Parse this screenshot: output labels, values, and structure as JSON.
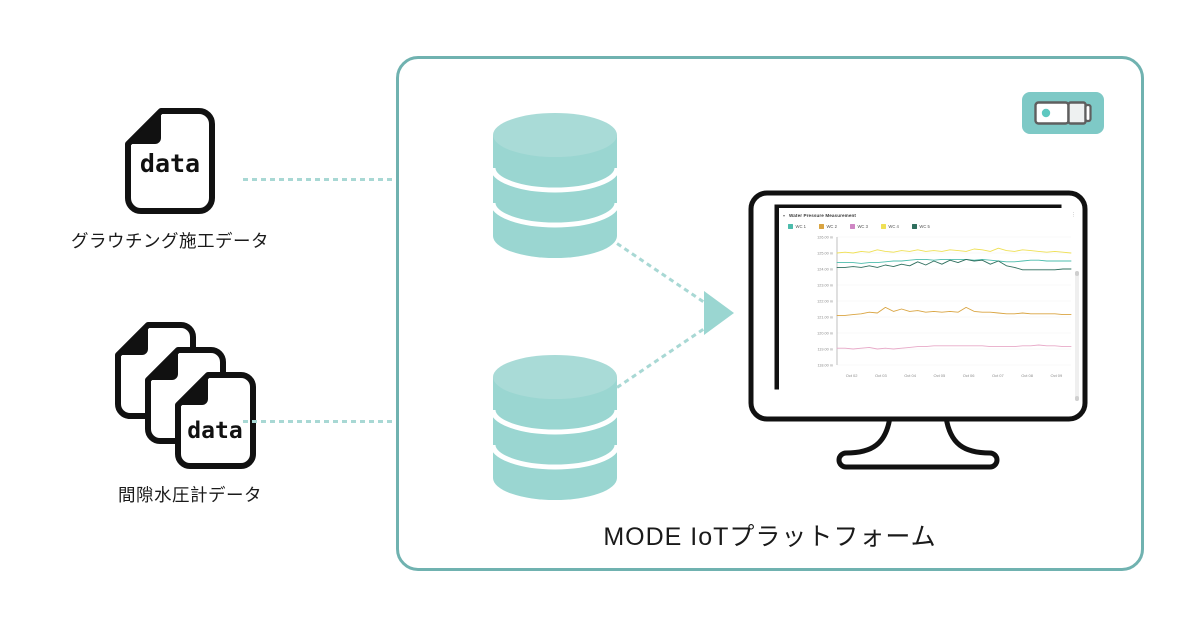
{
  "sources": [
    {
      "id": "grouting",
      "icon": "document-icon",
      "doc_text": "data",
      "label": "グラウチング施工データ",
      "count": 1
    },
    {
      "id": "piezometer",
      "icon": "documents-stack-icon",
      "doc_text": "data",
      "label": "間隙水圧計データ",
      "count": 3
    }
  ],
  "platform": {
    "title": "MODE IoTプラットフォーム",
    "border_color": "#70b2b0"
  },
  "databases": [
    {
      "id": "db-grouting",
      "icon": "database-cylinder-icon"
    },
    {
      "id": "db-piezometer",
      "icon": "database-cylinder-icon"
    }
  ],
  "sensor_badge": {
    "icon": "sensor-device-icon",
    "background": "#7ec9c6"
  },
  "arrows": {
    "color": "#9ad6d1",
    "dotted_color": "#a8d8d4"
  },
  "monitor": {
    "icon": "desktop-monitor-icon",
    "frame_color": "#111111"
  },
  "chart_data": {
    "type": "line",
    "title": "Water Pressure Measurement",
    "xlabel": "",
    "ylabel": "",
    "grid": true,
    "legend_position": "top-left",
    "menu_icon": "kebab-menu-icon",
    "caret_icon": "caret-icon",
    "legend": [
      {
        "name": "WC 1",
        "color": "#4cbcac"
      },
      {
        "name": "WC 2",
        "color": "#d9a441"
      },
      {
        "name": "WC 3",
        "color": "#cf86c4"
      },
      {
        "name": "WC 4",
        "color": "#efe055"
      },
      {
        "name": "WC 5",
        "color": "#2f6f5e"
      }
    ],
    "x": [
      "Oct 02",
      "Oct 03",
      "Oct 04",
      "Oct 05",
      "Oct 06",
      "Oct 07",
      "Oct 08",
      "Oct 09"
    ],
    "ytick_labels": [
      "126.00 m",
      "125.00 m",
      "124.00 m",
      "123.00 m",
      "122.00 m",
      "121.00 m",
      "120.00 m",
      "119.00 m",
      "118.00 m"
    ],
    "ylim": [
      118,
      126
    ],
    "series": [
      {
        "name": "WC 4",
        "color": "#efe055",
        "values": [
          125.0,
          125.05,
          125.0,
          125.1,
          125.05,
          125.2,
          125.1,
          125.05,
          125.15,
          125.1,
          125.2,
          125.1,
          125.15,
          125.1,
          125.2,
          125.15,
          125.1,
          125.25,
          125.2,
          125.1,
          125.3,
          125.15,
          125.1,
          125.2,
          125.15,
          125.1,
          125.05,
          125.1,
          125.05,
          125.0
        ]
      },
      {
        "name": "WC 1",
        "color": "#4cbcac",
        "values": [
          124.4,
          124.4,
          124.4,
          124.35,
          124.4,
          124.4,
          124.45,
          124.5,
          124.5,
          124.55,
          124.6,
          124.6,
          124.55,
          124.6,
          124.6,
          124.6,
          124.6,
          124.55,
          124.6,
          124.55,
          124.5,
          124.45,
          124.45,
          124.5,
          124.55,
          124.55,
          124.5,
          124.5,
          124.5,
          124.5
        ]
      },
      {
        "name": "WC 5",
        "color": "#2f6f5e",
        "values": [
          124.1,
          124.1,
          124.15,
          124.1,
          124.2,
          124.1,
          124.25,
          124.15,
          124.3,
          124.2,
          124.45,
          124.25,
          124.5,
          124.3,
          124.55,
          124.4,
          124.6,
          124.5,
          124.55,
          124.3,
          124.5,
          124.2,
          124.1,
          123.95,
          123.95,
          123.95,
          123.95,
          123.95,
          124.0,
          124.0
        ]
      },
      {
        "name": "WC 2",
        "color": "#d9a441",
        "values": [
          121.1,
          121.1,
          121.15,
          121.2,
          121.3,
          121.25,
          121.6,
          121.35,
          121.5,
          121.35,
          121.4,
          121.3,
          121.35,
          121.3,
          121.35,
          121.3,
          121.6,
          121.35,
          121.3,
          121.3,
          121.25,
          121.2,
          121.2,
          121.25,
          121.2,
          121.2,
          121.2,
          121.2,
          121.15,
          121.15
        ]
      },
      {
        "name": "WC 3",
        "color": "#e8a9c8",
        "values": [
          119.05,
          119.05,
          119.0,
          119.05,
          119.1,
          119.0,
          119.05,
          119.0,
          119.05,
          119.1,
          119.15,
          119.15,
          119.2,
          119.2,
          119.2,
          119.2,
          119.2,
          119.2,
          119.2,
          119.15,
          119.15,
          119.15,
          119.15,
          119.2,
          119.2,
          119.25,
          119.2,
          119.2,
          119.15,
          119.15
        ]
      }
    ]
  }
}
